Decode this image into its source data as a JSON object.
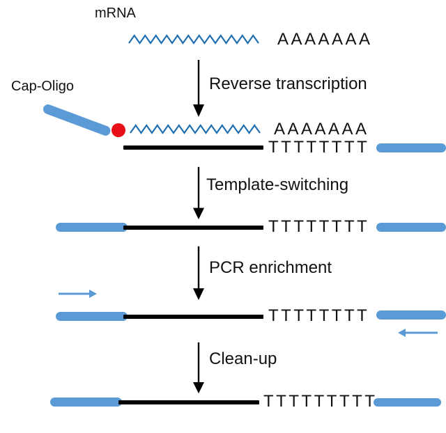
{
  "labels": {
    "mrna": "mRNA",
    "cap_oligo": "Cap-Oligo"
  },
  "steps": [
    {
      "label": "Reverse transcription"
    },
    {
      "label": "Template-switching"
    },
    {
      "label": "PCR enrichment"
    },
    {
      "label": "Clean-up"
    }
  ],
  "sequences": {
    "row1_poly_a": "AAAAAAA",
    "row2_poly_a": "AAAAAAA",
    "row2_poly_t": "TTTTTTTT",
    "row3_poly_t": "TTTTTTTT",
    "row4_poly_t": "TTTTTTTT",
    "row5_poly_t": "TTTTTTTTT"
  },
  "colors": {
    "rod_blue": "#5B9BD5",
    "zigzag_blue": "#1F6FB0",
    "dot_red": "#E81018",
    "strand_black": "#000000",
    "text_black": "#111111"
  }
}
